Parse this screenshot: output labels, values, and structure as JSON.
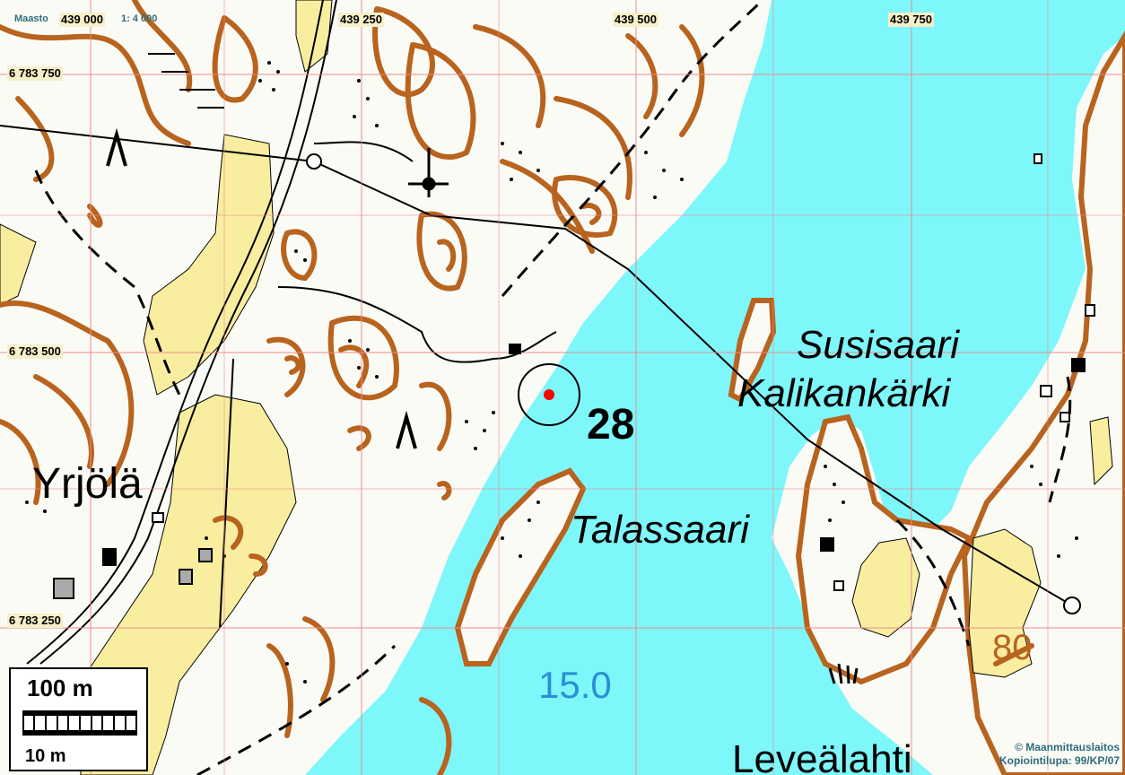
{
  "map": {
    "type_label": "Maasto",
    "scale_label": "1: 4 000",
    "colors": {
      "water": "#7ef7fb",
      "field": "#f9eea0",
      "contour": "#b8631e",
      "grid": "#ef8b8b",
      "forest": "#fbfbf6"
    },
    "grid_labels": {
      "x": [
        "439 000",
        "439 250",
        "439 500",
        "439 750"
      ],
      "y": [
        "6 783 750",
        "6 783 500",
        "6 783 250"
      ]
    },
    "place_names": {
      "yrjola": "Yrjölä",
      "susisaari": "Susisaari",
      "kalikankarki": "Kalikankärki",
      "talassaari": "Talassaari",
      "levealahti": "Leveälahti"
    },
    "marker_number": "28",
    "contour_label": "80",
    "depth_label": "15.0",
    "scale_bar": {
      "big": "100 m",
      "small": "10 m"
    },
    "copyright": {
      "line1": "© Maanmittauslaitos",
      "line2": "Kopiointilupa: 99/KP/07"
    },
    "icons": [
      "power-line-icon",
      "position-marker-icon",
      "wetland-icon",
      "rock-icon"
    ]
  }
}
